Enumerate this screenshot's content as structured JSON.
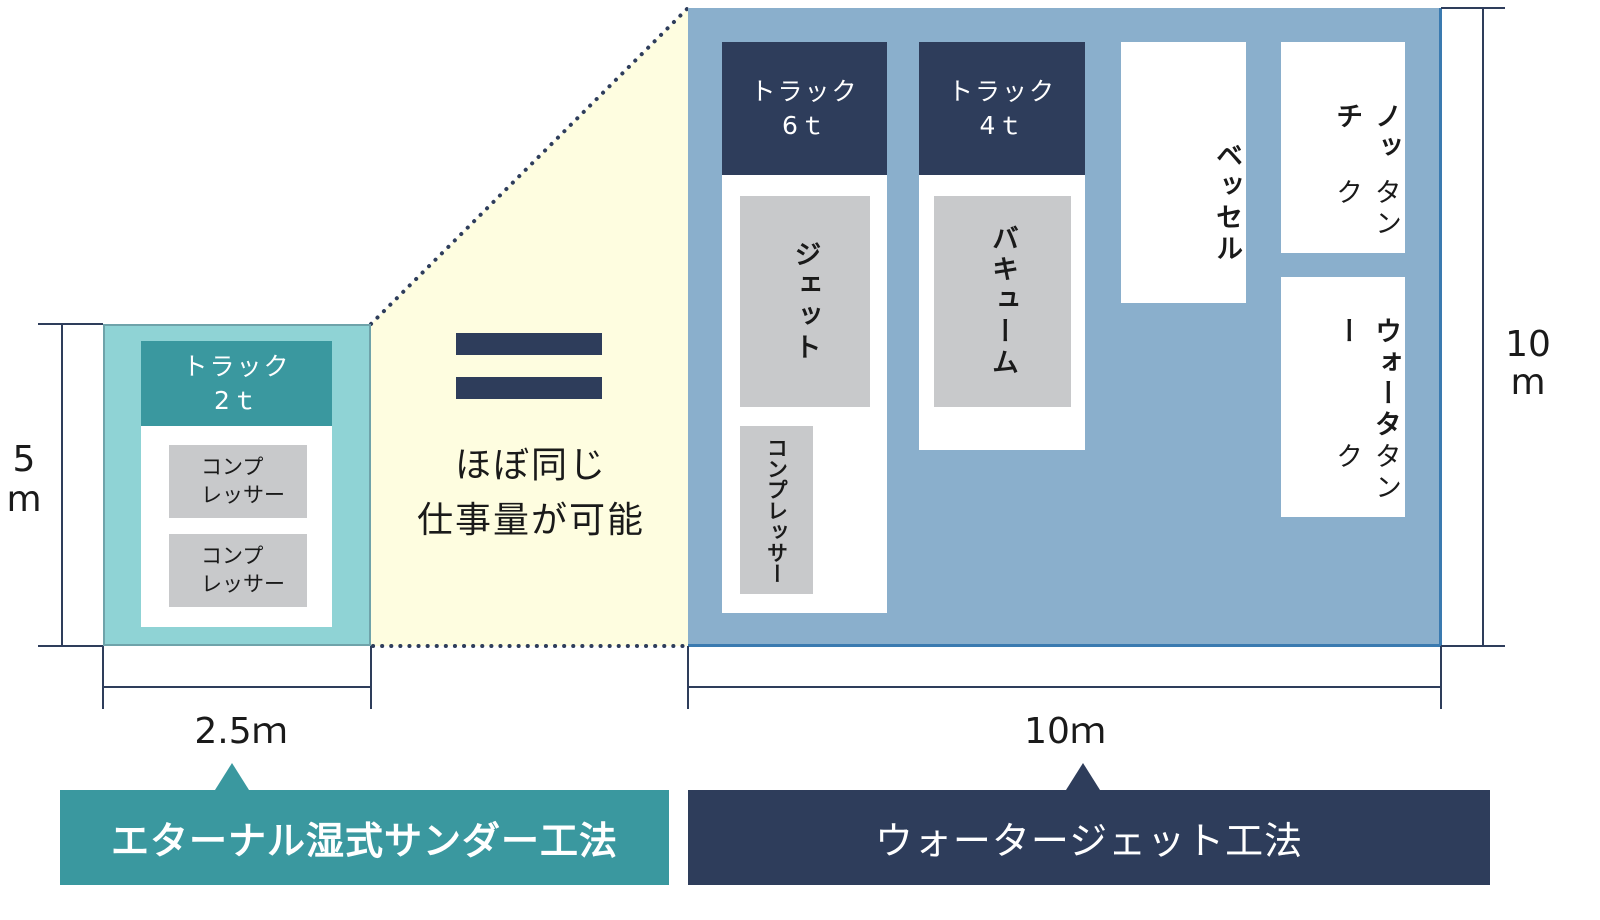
{
  "left": {
    "height_label": [
      "5",
      "m"
    ],
    "width_label": "2.5ｍ",
    "truck": [
      "トラック",
      "2ｔ"
    ],
    "equipment": [
      [
        "コンプ",
        "レッサー"
      ],
      [
        "コンプ",
        "レッサー"
      ]
    ],
    "method_label": "エターナル湿式サンダー工法"
  },
  "comparison": {
    "line1": "ほぼ同じ",
    "line2": "仕事量が可能"
  },
  "right": {
    "height_label": [
      "10",
      "m"
    ],
    "width_label": "10ｍ",
    "truck1": [
      "トラック",
      "6ｔ"
    ],
    "truck1_equipment": [
      "ジェット",
      "コンプレッサー"
    ],
    "truck2": [
      "トラック",
      "4ｔ"
    ],
    "truck2_equipment": [
      "バキューム"
    ],
    "vessel": "ベッセル",
    "notch_tank": [
      "ノッチ",
      "タンク"
    ],
    "water_tank": [
      "ウォーター",
      "タンク"
    ],
    "method_label": "ウォータージェット工法"
  },
  "colors": {
    "teal": "#3a989f",
    "teal_light": "#8fd3d5",
    "navy": "#2e3d5b",
    "blue_area": "#8aafcc",
    "yellow": "#fefde0"
  }
}
